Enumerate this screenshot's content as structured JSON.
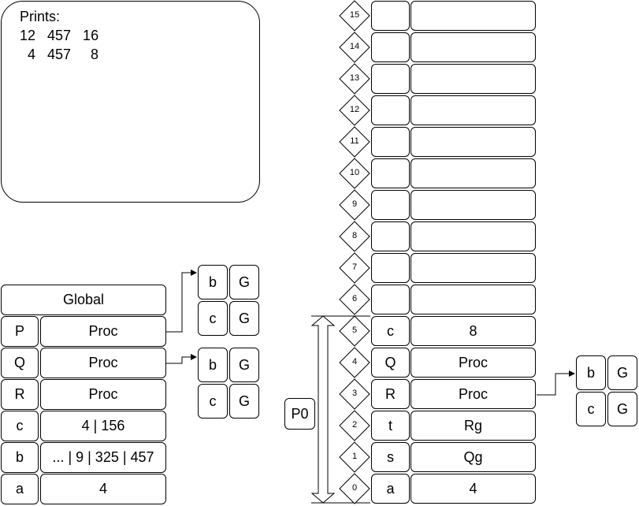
{
  "console": {
    "title": "Prints:",
    "lines": [
      "12   457   16",
      "  4   457     8"
    ]
  },
  "global_table": {
    "header": "Global",
    "rows": [
      {
        "name": "P",
        "value": "Proc"
      },
      {
        "name": "Q",
        "value": "Proc"
      },
      {
        "name": "R",
        "value": "Proc"
      },
      {
        "name": "c",
        "value": "4 | 156"
      },
      {
        "name": "b",
        "value": "... | 9 | 325 | 457"
      },
      {
        "name": "a",
        "value": "4"
      }
    ]
  },
  "closure_p": [
    [
      "b",
      "G"
    ],
    [
      "c",
      "G"
    ]
  ],
  "closure_q": [
    [
      "b",
      "G"
    ],
    [
      "c",
      "G"
    ]
  ],
  "closure_r": [
    [
      "b",
      "G"
    ],
    [
      "c",
      "G"
    ]
  ],
  "stack": {
    "addresses": [
      "15",
      "14",
      "13",
      "12",
      "11",
      "10",
      "9",
      "8",
      "7",
      "6",
      "5",
      "4",
      "3",
      "2",
      "1",
      "0"
    ],
    "cells": [
      {
        "name": "",
        "value": ""
      },
      {
        "name": "",
        "value": ""
      },
      {
        "name": "",
        "value": ""
      },
      {
        "name": "",
        "value": ""
      },
      {
        "name": "",
        "value": ""
      },
      {
        "name": "",
        "value": ""
      },
      {
        "name": "",
        "value": ""
      },
      {
        "name": "",
        "value": ""
      },
      {
        "name": "",
        "value": ""
      },
      {
        "name": "",
        "value": ""
      },
      {
        "name": "c",
        "value": "8"
      },
      {
        "name": "Q",
        "value": "Proc"
      },
      {
        "name": "R",
        "value": "Proc"
      },
      {
        "name": "t",
        "value": "Rg"
      },
      {
        "name": "s",
        "value": "Qg"
      },
      {
        "name": "a",
        "value": "4"
      }
    ]
  },
  "frame_label": "P0"
}
